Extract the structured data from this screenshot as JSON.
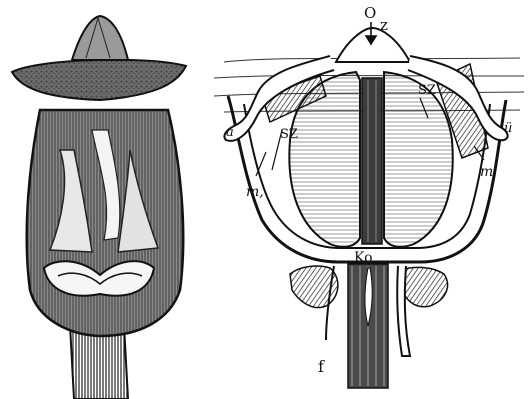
{
  "figure": {
    "labels": {
      "o": "O",
      "z": "z",
      "sz_left": "SZ",
      "sz_right": "SZ",
      "ko": "Ko",
      "m_right": "m",
      "m1": "m,",
      "a_left": "a",
      "u_right": "ü",
      "f_stalk": "f"
    }
  },
  "colors": {
    "ink": "#111111",
    "paper": "#ffffff",
    "hatch_dark": "#2a2a2a",
    "shade_light": "#cfcfcf"
  }
}
